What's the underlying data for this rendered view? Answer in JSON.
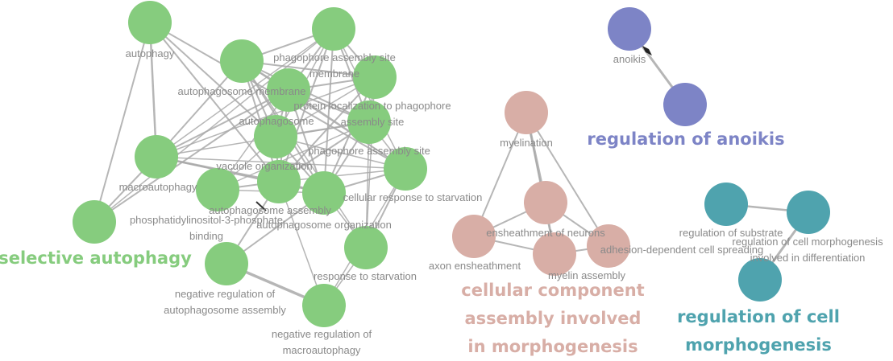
{
  "colors": {
    "green": "#86cc7e",
    "pink": "#d8aea6",
    "purple": "#7d84c6",
    "teal": "#4fa3ae",
    "edge": "#a9a9a9",
    "text": "#8a8a8a"
  },
  "clusters": [
    {
      "id": "selective",
      "color": "green",
      "lines": [
        "selective autophagy"
      ]
    },
    {
      "id": "cellular",
      "color": "pink",
      "lines": [
        "cellular component",
        "assembly involved",
        "in morphogenesis"
      ]
    },
    {
      "id": "anoikis",
      "color": "purple",
      "lines": [
        "regulation of anoikis"
      ]
    },
    {
      "id": "cellmorph",
      "color": "teal",
      "lines": [
        "regulation of cell",
        "morphogenesis"
      ]
    }
  ],
  "nodes": [
    {
      "id": "autophagy",
      "color": "green",
      "lines": [
        "autophagy"
      ]
    },
    {
      "id": "phagophore_site_membrane",
      "color": "green",
      "lines": [
        "phagophore assembly site",
        "membrane"
      ]
    },
    {
      "id": "autophagosome_membrane",
      "color": "green",
      "lines": [
        "autophagosome membrane"
      ]
    },
    {
      "id": "protein_localization",
      "color": "green",
      "lines": [
        "protein localization to phagophore",
        "assembly site"
      ]
    },
    {
      "id": "autophagosome",
      "color": "green",
      "lines": [
        "autophagosome"
      ]
    },
    {
      "id": "phagophore_site",
      "color": "green",
      "lines": [
        "phagophore assembly site"
      ]
    },
    {
      "id": "vacuole_organization",
      "color": "green",
      "lines": [
        "vacuole organization"
      ]
    },
    {
      "id": "macroautophagy",
      "color": "green",
      "lines": [
        "macroautophagy"
      ]
    },
    {
      "id": "pi3p_binding",
      "color": "green",
      "lines": [
        "phosphatidylinositol-3-phosphate",
        "binding"
      ]
    },
    {
      "id": "autophagosome_assembly",
      "color": "green",
      "lines": [
        "autophagosome assembly"
      ]
    },
    {
      "id": "autophagosome_organization",
      "color": "green",
      "lines": [
        "autophagosome organization"
      ]
    },
    {
      "id": "cellular_response_starvation",
      "color": "green",
      "lines": [
        "cellular response to starvation"
      ]
    },
    {
      "id": "response_starvation",
      "color": "green",
      "lines": [
        "response to starvation"
      ]
    },
    {
      "id": "neg_reg_autophagosome_assembly",
      "color": "green",
      "lines": [
        "negative regulation of",
        "autophagosome assembly"
      ]
    },
    {
      "id": "neg_reg_macroautophagy",
      "color": "green",
      "lines": [
        "negative regulation of",
        "macroautophagy"
      ]
    },
    {
      "id": "selective_node",
      "color": "green",
      "lines": []
    },
    {
      "id": "myelination",
      "color": "pink",
      "lines": [
        "myelination"
      ]
    },
    {
      "id": "ensheathment_neurons",
      "color": "pink",
      "lines": [
        "ensheathment of neurons"
      ]
    },
    {
      "id": "axon_ensheathment",
      "color": "pink",
      "lines": [
        "axon ensheathment"
      ]
    },
    {
      "id": "myelin_assembly",
      "color": "pink",
      "lines": [
        "myelin assembly"
      ]
    },
    {
      "id": "adhesion_spreading",
      "color": "pink",
      "lines": [
        "adhesion-dependent cell spreading"
      ]
    },
    {
      "id": "anoikis",
      "color": "purple",
      "lines": [
        "anoikis"
      ]
    },
    {
      "id": "regulation_anoikis_node",
      "color": "purple",
      "lines": []
    },
    {
      "id": "regulation_substrate",
      "color": "teal",
      "lines": [
        "regulation of substrate"
      ]
    },
    {
      "id": "regulation_cell_morphogenesis_diff",
      "color": "teal",
      "lines": [
        "regulation of cell morphogenesis",
        "involved in differentiation"
      ]
    },
    {
      "id": "regulation_cell_morph_node",
      "color": "teal",
      "lines": []
    }
  ]
}
